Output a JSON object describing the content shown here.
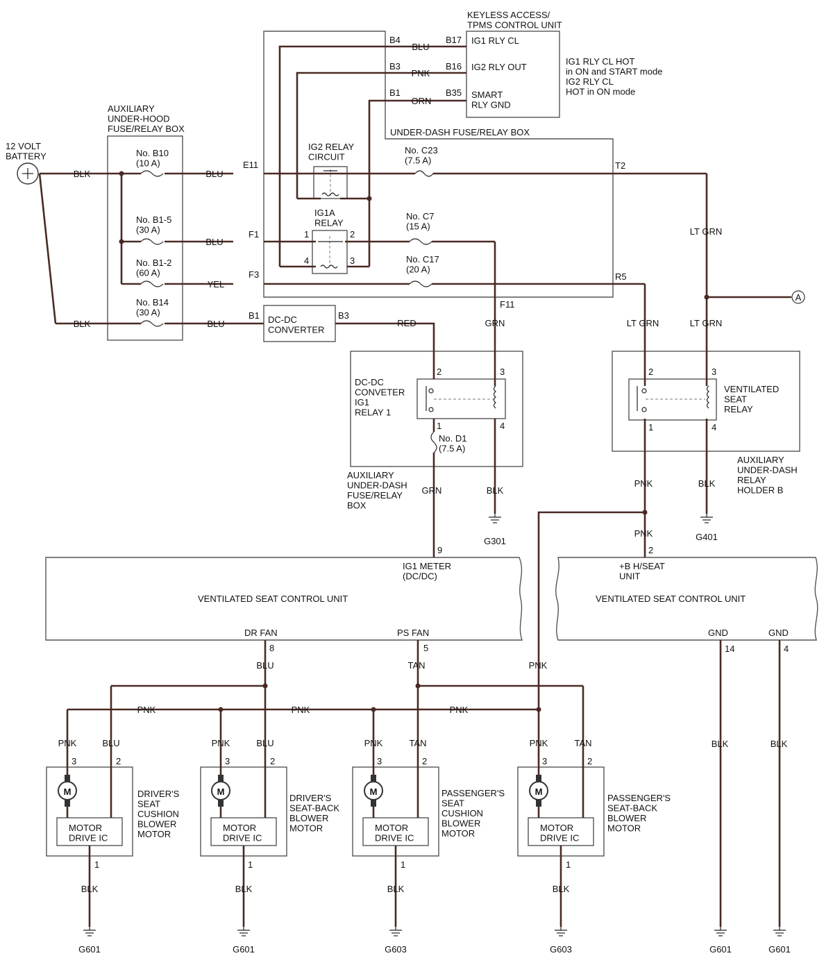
{
  "components": {
    "battery": "12 VOLT\nBATTERY",
    "aux_hood_box": "AUXILIARY\nUNDER-HOOD\nFUSE/RELAY BOX",
    "keyless_unit": "KEYLESS ACCESS/\nTPMS CONTROL UNIT",
    "keyless_note": "IG1 RLY CL HOT\nin ON and START mode\nIG2 RLY CL\nHOT in ON mode",
    "under_dash_box": "UNDER-DASH FUSE/RELAY BOX",
    "ig2_relay": "IG2 RELAY\nCIRCUIT",
    "ig1a_relay": "IG1A\nRELAY",
    "dcdc_converter": "DC-DC\nCONVERTER",
    "dcdc_relay": "DC-DC\nCONVETER\nIG1\nRELAY 1",
    "aux_dash_box": "AUXILIARY\nUNDER-DASH\nFUSE/RELAY\nBOX",
    "vent_relay": "VENTILATED\nSEAT\nRELAY",
    "aux_dash_holder": "AUXILIARY\nUNDER-DASH\nRELAY\nHOLDER B",
    "vscu": "VENTILATED SEAT CONTROL UNIT",
    "ig1_meter": "IG1 METER\n(DC/DC)",
    "b_hseat": "+B H/SEAT\nUNIT",
    "dr_fan": "DR FAN",
    "ps_fan": "PS FAN",
    "gnd": "GND",
    "motor_drive_ic": "MOTOR\nDRIVE IC",
    "motor_symbol": "M",
    "motor1": "DRIVER'S\nSEAT\nCUSHION\nBLOWER\nMOTOR",
    "motor2": "DRIVER'S\nSEAT-BACK\nBLOWER\nMOTOR",
    "motor3": "PASSENGER'S\nSEAT\nCUSHION\nBLOWER\nMOTOR",
    "motor4": "PASSENGER'S\nSEAT-BACK\nBLOWER\nMOTOR",
    "connector_a": "A"
  },
  "fuses": {
    "b10": "No. B10\n(10 A)",
    "b15": "No. B1-5\n(30 A)",
    "b12": "No. B1-2\n(60 A)",
    "b14": "No. B14\n(30 A)",
    "c23": "No. C23\n(7.5 A)",
    "c7": "No. C7\n(15 A)",
    "c17": "No. C17\n(20 A)",
    "d1": "No. D1\n(7.5 A)"
  },
  "keyless_pins": {
    "ig1_rly_cl": "IG1 RLY CL",
    "ig2_rly_out": "IG2 RLY OUT",
    "smart_rly_gnd": "SMART\nRLY GND"
  },
  "wires": {
    "blk": "BLK",
    "blu": "BLU",
    "yel": "YEL",
    "pnk": "PNK",
    "orn": "ORN",
    "red": "RED",
    "grn": "GRN",
    "lt_grn": "LT GRN",
    "tan": "TAN"
  },
  "terminals": {
    "b4": "B4",
    "b3": "B3",
    "b1": "B1",
    "b17": "B17",
    "b16": "B16",
    "b35": "B35",
    "e11": "E11",
    "f1": "F1",
    "f3": "F3",
    "f11": "F11",
    "t2": "T2",
    "r5": "R5",
    "p1": "1",
    "p2": "2",
    "p3": "3",
    "p4": "4",
    "p5": "5",
    "p8": "8",
    "p9": "9",
    "p14": "14"
  },
  "grounds": {
    "g301": "G301",
    "g401": "G401",
    "g601": "G601",
    "g603": "G603"
  },
  "colors": {
    "wire": "#4a2a24",
    "box": "#555555",
    "text": "#111111"
  }
}
